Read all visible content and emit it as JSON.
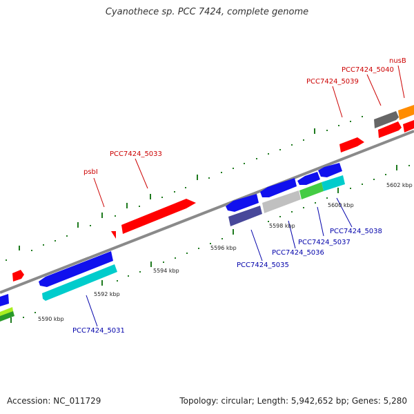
{
  "title": "Cyanothece sp. PCC 7424, complete genome",
  "footer": {
    "accession": "Accession: NC_011729",
    "summary": "Topology: circular; Length: 5,942,652 bp; Genes: 5,280"
  },
  "colors": {
    "backbone": "#888888",
    "tick": "#1e7a1e",
    "label_forward": "#cc0000",
    "label_reverse": "#0000aa"
  },
  "scale_labels": [
    "5590 kbp",
    "5592 kbp",
    "5594 kbp",
    "5596 kbp",
    "5598 kbp",
    "5600 kbp",
    "5602 kbp"
  ],
  "forward_gene_labels": [
    "psbI",
    "PCC7424_5033",
    "PCC7424_5039",
    "PCC7424_5040",
    "nusB"
  ],
  "reverse_gene_labels": [
    "PCC7424_5031",
    "PCC7424_5035",
    "PCC7424_5036",
    "PCC7424_5037",
    "PCC7424_5038"
  ]
}
